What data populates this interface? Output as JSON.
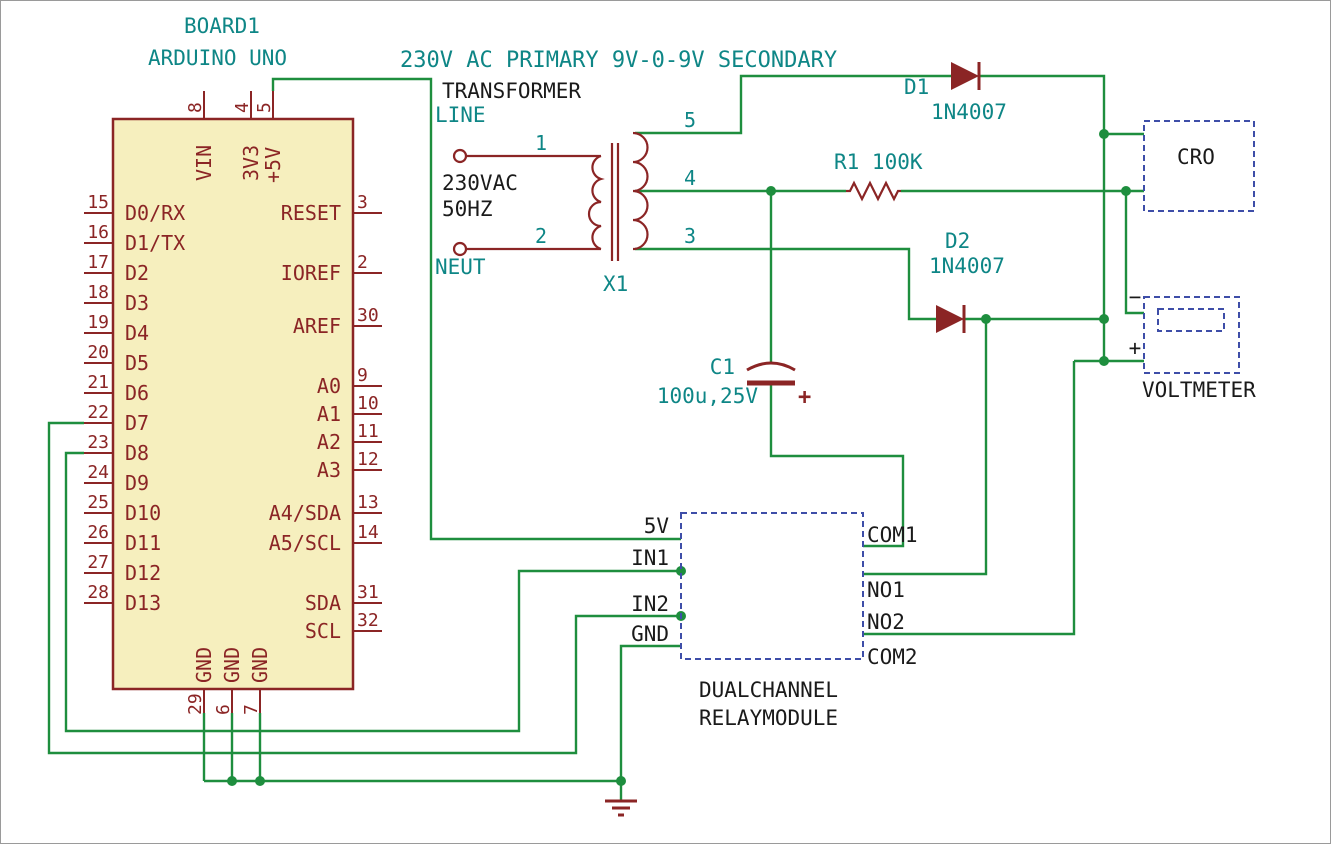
{
  "colors": {
    "wire": "#1e8e3e",
    "symbol": "#8b2525",
    "label": "#0e8686",
    "module_outline": "#3e4ea8",
    "text": "#1a1a1a",
    "board_fill": "#f6efbe"
  },
  "board": {
    "ref": "BOARD1",
    "name": "ARDUINO UNO",
    "top_pins": [
      {
        "num": "8",
        "label": "VIN"
      },
      {
        "num": "4",
        "label": "3V3"
      },
      {
        "num": "5",
        "label": "+5V"
      }
    ],
    "left_pins": [
      {
        "num": "15",
        "label": "D0/RX"
      },
      {
        "num": "16",
        "label": "D1/TX"
      },
      {
        "num": "17",
        "label": "D2"
      },
      {
        "num": "18",
        "label": "D3"
      },
      {
        "num": "19",
        "label": "D4"
      },
      {
        "num": "20",
        "label": "D5"
      },
      {
        "num": "21",
        "label": "D6"
      },
      {
        "num": "22",
        "label": "D7"
      },
      {
        "num": "23",
        "label": "D8"
      },
      {
        "num": "24",
        "label": "D9"
      },
      {
        "num": "25",
        "label": "D10"
      },
      {
        "num": "26",
        "label": "D11"
      },
      {
        "num": "27",
        "label": "D12"
      },
      {
        "num": "28",
        "label": "D13"
      }
    ],
    "right_pins": [
      {
        "num": "3",
        "label": "RESET"
      },
      {
        "num": "2",
        "label": "IOREF"
      },
      {
        "num": "30",
        "label": "AREF"
      },
      {
        "num": "9",
        "label": "A0"
      },
      {
        "num": "10",
        "label": "A1"
      },
      {
        "num": "11",
        "label": "A2"
      },
      {
        "num": "12",
        "label": "A3"
      },
      {
        "num": "13",
        "label": "A4/SDA"
      },
      {
        "num": "14",
        "label": "A5/SCL"
      },
      {
        "num": "31",
        "label": "SDA"
      },
      {
        "num": "32",
        "label": "SCL"
      }
    ],
    "bottom_pins": [
      {
        "num": "29",
        "label": "GND"
      },
      {
        "num": "6",
        "label": "GND"
      },
      {
        "num": "7",
        "label": "GND"
      }
    ]
  },
  "transformer": {
    "heading": "230V AC PRIMARY 9V-0-9V SECONDARY",
    "name": "TRANSFORMER",
    "ref": "X1",
    "line_label": "LINE",
    "neut_label": "NEUT",
    "rating_v": "230VAC",
    "rating_f": "50HZ",
    "pin1": "1",
    "pin2": "2",
    "pin3": "3",
    "pin4": "4",
    "pin5": "5"
  },
  "d1": {
    "ref": "D1",
    "value": "1N4007"
  },
  "d2": {
    "ref": "D2",
    "value": "1N4007"
  },
  "r1": {
    "label": "R1 100K"
  },
  "c1": {
    "ref": "C1",
    "value": "100u,25V",
    "polarity": "+"
  },
  "cro": {
    "label": "CRO"
  },
  "voltmeter": {
    "label": "VOLTMETER",
    "minus": "−",
    "plus": "+"
  },
  "relay": {
    "name_line1": "DUALCHANNEL",
    "name_line2": "RELAYMODULE",
    "pin_5v": "5V",
    "pin_in1": "IN1",
    "pin_in2": "IN2",
    "pin_gnd": "GND",
    "pin_com1": "COM1",
    "pin_no1": "NO1",
    "pin_no2": "NO2",
    "pin_com2": "COM2"
  }
}
